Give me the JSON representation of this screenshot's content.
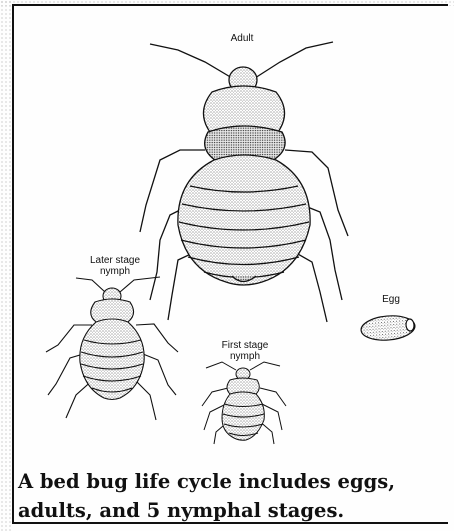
{
  "diagram": {
    "labels": {
      "adult": "Adult",
      "later_nymph": "Later stage\nnymph",
      "first_nymph": "First stage\nnymph",
      "egg": "Egg"
    },
    "caption": "A bed bug life cycle includes eggs,\nadults, and 5 nymphal stages."
  }
}
